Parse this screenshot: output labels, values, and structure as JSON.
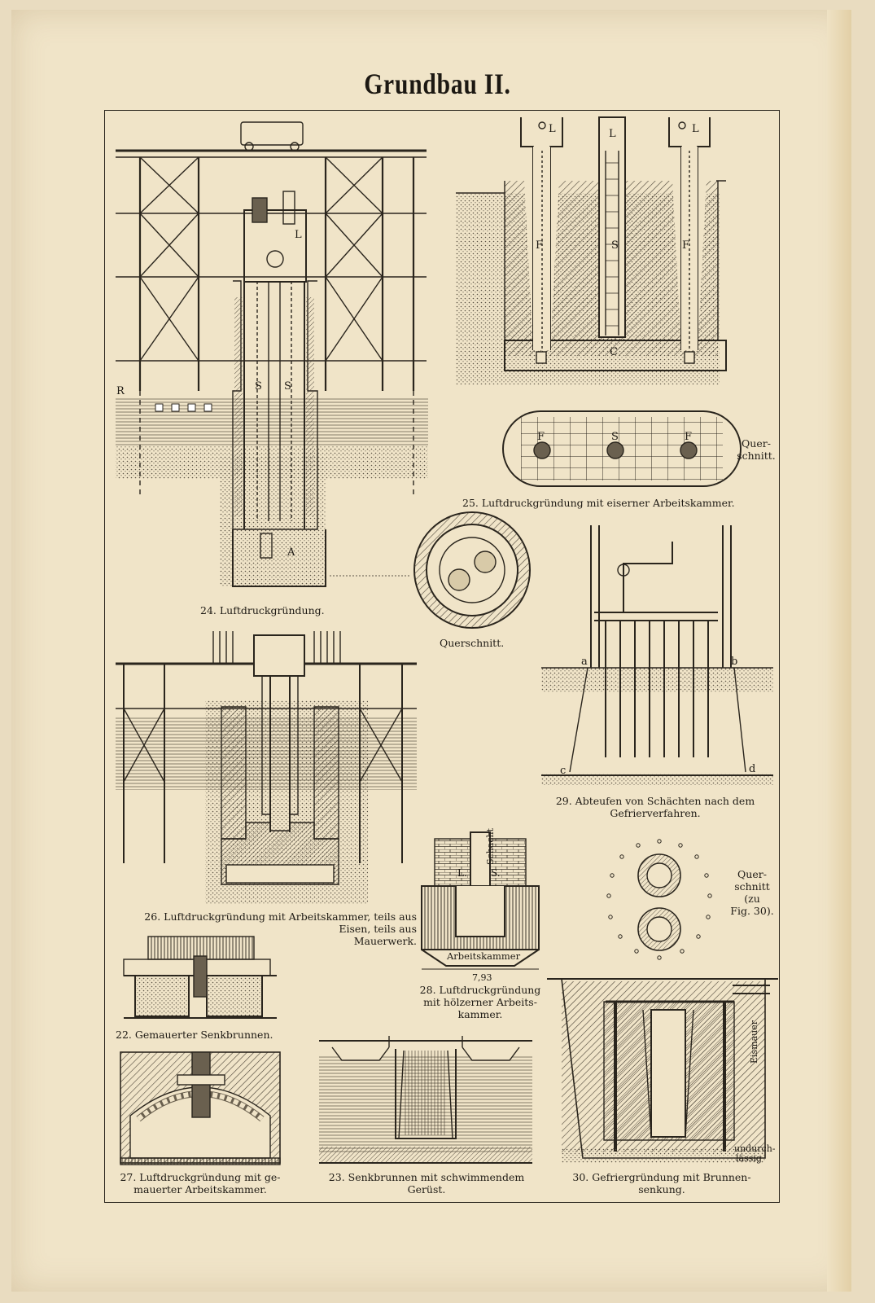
{
  "title": "Grundbau II.",
  "figures": [
    {
      "id": "24",
      "caption": "24. Luftdruckgründung.",
      "labels": [
        "R",
        "L",
        "S",
        "S",
        "A"
      ]
    },
    {
      "id": "24q",
      "caption": "Querschnitt."
    },
    {
      "id": "25",
      "caption": "25. Luftdruckgründung mit eiserner Arbeitskammer.",
      "labels": [
        "L",
        "L",
        "L",
        "F",
        "S",
        "F",
        "C",
        "F",
        "S",
        "F"
      ],
      "side_caption": [
        "Quer-",
        "schnitt."
      ]
    },
    {
      "id": "26",
      "caption_lines": [
        "26. Luftdruckgründung mit Arbeitskammer, teils aus",
        "Eisen, teils aus",
        "Mauerwerk."
      ]
    },
    {
      "id": "29",
      "caption_lines": [
        "29. Abteufen von Schächten nach dem",
        "Gefrierverfahren."
      ],
      "labels": [
        "a",
        "b",
        "c",
        "d"
      ]
    },
    {
      "id": "28",
      "caption_lines": [
        "28. Luftdruckgründung",
        "mit hölzerner Arbeits-",
        "kammer."
      ],
      "labels": [
        "Schacht",
        "L.",
        "S.",
        "Arbeitskammer",
        "7,93"
      ]
    },
    {
      "id": "30q",
      "caption_lines": [
        "Quer-",
        "schnitt",
        "(zu",
        "Fig. 30)."
      ]
    },
    {
      "id": "22",
      "caption": "22. Gemauerter Senkbrunnen."
    },
    {
      "id": "27",
      "caption_lines": [
        "27. Luftdruckgründung mit ge-",
        "mauerter Arbeitskammer."
      ]
    },
    {
      "id": "23",
      "caption_lines": [
        "23. Senkbrunnen mit schwimmendem",
        "Gerüst."
      ]
    },
    {
      "id": "30",
      "caption_lines": [
        "30. Gefriergründung mit Brunnen-",
        "senkung."
      ],
      "labels": [
        "Eismauer",
        "undurch-",
        "lässig"
      ]
    }
  ]
}
